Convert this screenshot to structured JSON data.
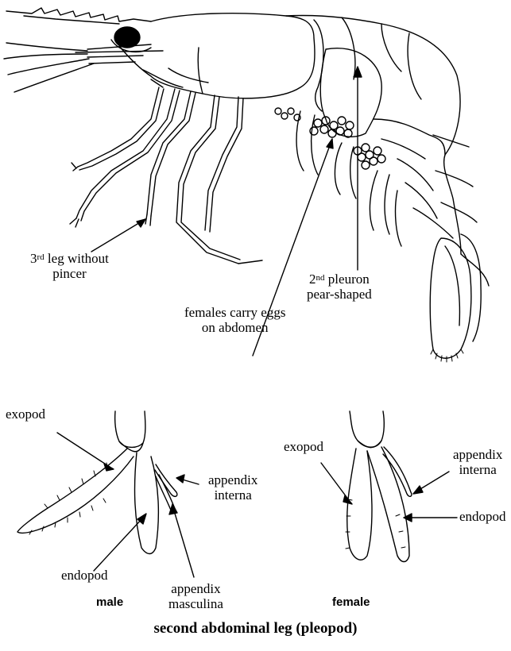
{
  "labels": {
    "leg3_a": "3",
    "leg3_sup": "rd",
    "leg3_b": " leg without",
    "leg3_c": "pincer",
    "pleuron_a": "2",
    "pleuron_sup": "nd",
    "pleuron_b": " pleuron",
    "pleuron_c": "pear-shaped",
    "eggs_a": "females carry eggs",
    "eggs_b": "on abdomen",
    "male_exopod": "exopod",
    "male_endopod": "endopod",
    "male_appendix_interna_a": "appendix",
    "male_appendix_interna_b": "interna",
    "male_appendix_masculina_a": "appendix",
    "male_appendix_masculina_b": "masculina",
    "male": "male",
    "female_exopod": "exopod",
    "female_endopod": "endopod",
    "female_appendix_interna_a": "appendix",
    "female_appendix_interna_b": "interna",
    "female": "female"
  },
  "caption": "second abdominal leg (pleopod)"
}
